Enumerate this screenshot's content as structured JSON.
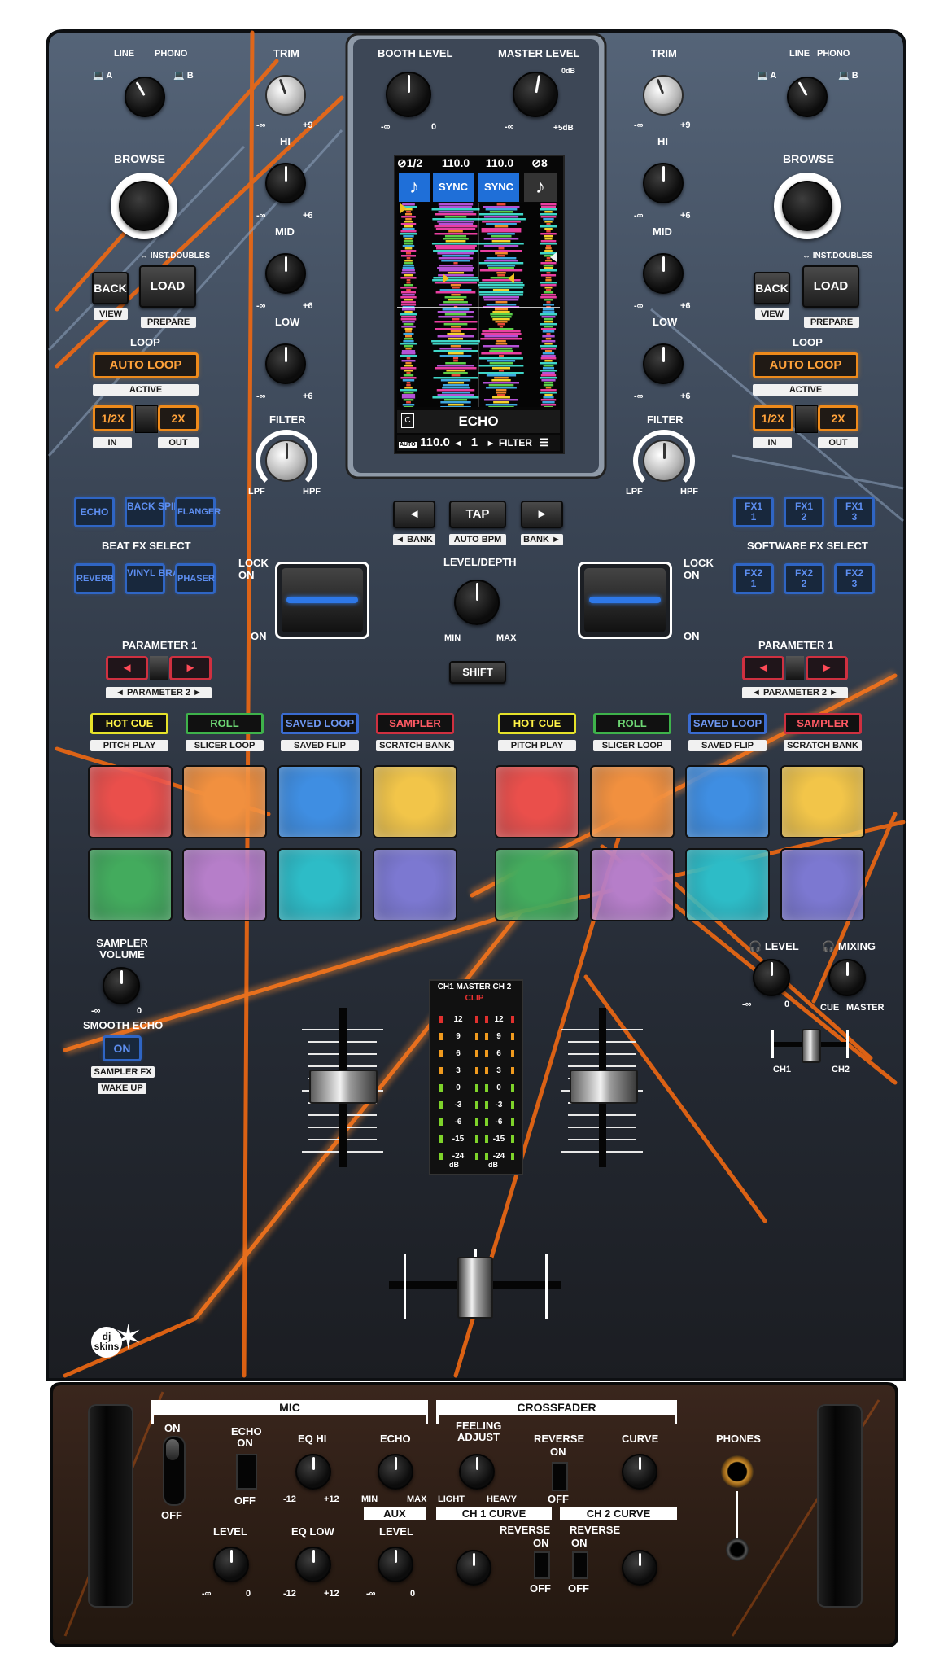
{
  "device": {
    "body_color": "#2e3848",
    "accent_orange": "#e9630f",
    "pad_colors": [
      "#ea4f4b",
      "#f1903f",
      "#3f8ee2",
      "#f2c549",
      "#43ab5d",
      "#b67ec9",
      "#2dbcc7",
      "#7c78d1"
    ]
  },
  "deck_left": {
    "input_labels": {
      "line": "LINE",
      "phono": "PHONO",
      "a": "A",
      "b": "B"
    },
    "trim": {
      "label": "TRIM",
      "min": "-∞",
      "max": "+9"
    },
    "hi": {
      "label": "HI",
      "min": "-∞",
      "max": "+6"
    },
    "mid": {
      "label": "MID",
      "min": "-∞",
      "max": "+6"
    },
    "low": {
      "label": "LOW",
      "min": "-∞",
      "max": "+6"
    },
    "filter": {
      "label": "FILTER",
      "min": "LPF",
      "max": "HPF"
    },
    "browse": "BROWSE",
    "inst_doubles": "↔ INST.DOUBLES",
    "back": "BACK",
    "view": "VIEW",
    "load": "LOAD",
    "prepare": "PREPARE",
    "loop": "LOOP",
    "auto_loop": "AUTO LOOP",
    "active": "ACTIVE",
    "half": "1/2X",
    "double": "2X",
    "in": "IN",
    "out": "OUT",
    "fx_buttons": [
      "ECHO",
      "BACK SPIN",
      "FLANGER",
      "REVERB",
      "VINYL BRAKE",
      "PHASER"
    ],
    "fx_title": "BEAT FX SELECT",
    "lock_on": "LOCK ON",
    "on": "ON",
    "parameter1": "PARAMETER 1",
    "parameter2": "◄ PARAMETER 2 ►",
    "modes": [
      "HOT CUE",
      "ROLL",
      "SAVED LOOP",
      "SAMPLER"
    ],
    "mode_subs": [
      "PITCH PLAY",
      "SLICER LOOP",
      "SAVED FLIP",
      "SCRATCH BANK"
    ]
  },
  "deck_right": {
    "input_labels": {
      "line": "LINE",
      "phono": "PHONO",
      "a": "A",
      "b": "B"
    },
    "trim": {
      "label": "TRIM",
      "min": "-∞",
      "max": "+9"
    },
    "hi": {
      "label": "HI",
      "min": "-∞",
      "max": "+6"
    },
    "mid": {
      "label": "MID",
      "min": "-∞",
      "max": "+6"
    },
    "low": {
      "label": "LOW",
      "min": "-∞",
      "max": "+6"
    },
    "filter": {
      "label": "FILTER",
      "min": "LPF",
      "max": "HPF"
    },
    "browse": "BROWSE",
    "inst_doubles": "↔ INST.DOUBLES",
    "back": "BACK",
    "view": "VIEW",
    "load": "LOAD",
    "prepare": "PREPARE",
    "loop": "LOOP",
    "auto_loop": "AUTO LOOP",
    "active": "ACTIVE",
    "half": "1/2X",
    "double": "2X",
    "in": "IN",
    "out": "OUT",
    "fx_buttons_top": [
      "FX1",
      "1",
      "FX1",
      "2",
      "FX1",
      "3"
    ],
    "fx_buttons_bottom": [
      "FX2",
      "1",
      "FX2",
      "2",
      "FX2",
      "3"
    ],
    "fx_title": "SOFTWARE FX SELECT",
    "lock_on": "LOCK ON",
    "on": "ON",
    "parameter1": "PARAMETER 1",
    "parameter2": "◄ PARAMETER 2 ►",
    "modes": [
      "HOT CUE",
      "ROLL",
      "SAVED LOOP",
      "SAMPLER"
    ],
    "mode_subs": [
      "PITCH PLAY",
      "SLICER LOOP",
      "SAVED FLIP",
      "SCRATCH BANK"
    ]
  },
  "center": {
    "booth": {
      "label": "BOOTH LEVEL",
      "min": "-∞",
      "max": "0"
    },
    "master": {
      "label": "MASTER LEVEL",
      "min": "-∞",
      "max": "+5dB",
      "mark": "0dB"
    },
    "screen": {
      "left_beat": "1/2",
      "left_bpm": "110.0",
      "right_bpm": "110.0",
      "right_beat": "8",
      "sync": "SYNC",
      "fx_name": "ECHO",
      "auto": "AUTO",
      "auto_bpm": "110.0",
      "beat_value": "1",
      "filter": "FILTER",
      "c": "C"
    },
    "left_arrow": "◄",
    "tap": "TAP",
    "right_arrow": "►",
    "bank_left": "◄ BANK",
    "auto_bpm": "AUTO BPM",
    "bank_right": "BANK ►",
    "level_depth": {
      "label": "LEVEL/DEPTH",
      "min": "MIN",
      "max": "MAX"
    },
    "shift": "SHIFT",
    "meter": {
      "header_ch1": "CH1",
      "header_master": "MASTER",
      "header_ch2": "CH 2",
      "clip": "CLIP",
      "left_scale": [
        "12",
        "9",
        "6",
        "3",
        "0",
        "-3",
        "-6",
        "-15",
        "-24"
      ],
      "right_scale": [
        "12",
        "9",
        "6",
        "3",
        "0",
        "-3",
        "-6",
        "-15",
        "-24"
      ],
      "unit": "dB"
    }
  },
  "left_bottom": {
    "sampler_volume": "SAMPLER VOLUME",
    "sv_min": "-∞",
    "sv_max": "0",
    "smooth_echo": "SMOOTH ECHO",
    "on": "ON",
    "sampler_fx": "SAMPLER FX",
    "wake_up": "WAKE UP"
  },
  "right_bottom": {
    "level": "LEVEL",
    "mixing": "MIXING",
    "level_min": "-∞",
    "level_max": "0",
    "cue": "CUE",
    "master": "MASTER",
    "ch1": "CH1",
    "ch2": "CH2"
  },
  "logo": "dj skins",
  "front": {
    "mic": "MIC",
    "crossfader": "CROSSFADER",
    "on": "ON",
    "off": "OFF",
    "echo_on": "ECHO ON",
    "echo_off": "OFF",
    "eq_hi": "EQ HI",
    "eq_hi_min": "-12",
    "eq_hi_max": "+12",
    "echo": "ECHO",
    "echo_min": "MIN",
    "echo_max": "MAX",
    "feeling": "FEELING ADJUST",
    "light": "LIGHT",
    "heavy": "HEAVY",
    "reverse": "REVERSE",
    "reverse_on": "ON",
    "reverse_off": "OFF",
    "curve": "CURVE",
    "phones": "PHONES",
    "level": "LEVEL",
    "level_min": "-∞",
    "level_max": "0",
    "eq_low": "EQ LOW",
    "eq_low_min": "-12",
    "eq_low_max": "+12",
    "aux": "AUX",
    "aux_level": "LEVEL",
    "aux_min": "-∞",
    "aux_max": "0",
    "ch1_curve": "CH 1 CURVE",
    "ch2_curve": "CH 2 CURVE",
    "ch1_reverse": "REVERSE",
    "ch1_rev_on": "ON",
    "ch1_rev_off": "OFF",
    "ch2_reverse": "REVERSE",
    "ch2_rev_on": "ON",
    "ch2_rev_off": "OFF"
  }
}
